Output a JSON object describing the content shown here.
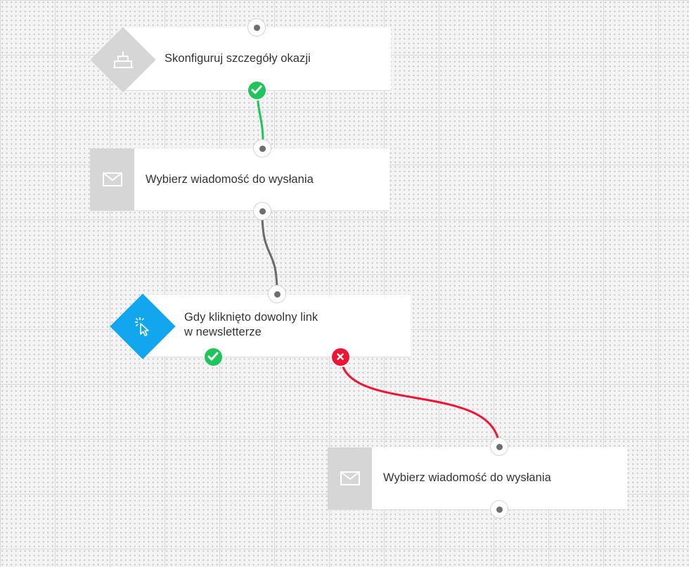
{
  "canvas": {
    "background": "#f4f4f4"
  },
  "colors": {
    "success": "#1fc45a",
    "failure": "#ee1534",
    "neutral_connector": "#6b6b6b",
    "trigger_blue": "#12a6ee",
    "icon_grey": "#d6d6d6"
  },
  "nodes": {
    "occasion": {
      "label": "Skonfiguruj szczegóły okazji",
      "icon": "cake-icon"
    },
    "message_1": {
      "label": "Wybierz wiadomość do wysłania",
      "icon": "envelope-icon"
    },
    "link_click": {
      "label_line1": "Gdy kliknięto dowolny link",
      "label_line2": "w newsletterze",
      "icon": "cursor-click-icon"
    },
    "message_2": {
      "label": "Wybierz wiadomość do wysłania",
      "icon": "envelope-icon"
    }
  },
  "connectors": [
    {
      "from": "occasion",
      "to": "message_1",
      "type": "success"
    },
    {
      "from": "message_1",
      "to": "link_click",
      "type": "neutral"
    },
    {
      "from": "link_click",
      "to": "message_2",
      "type": "failure"
    }
  ]
}
